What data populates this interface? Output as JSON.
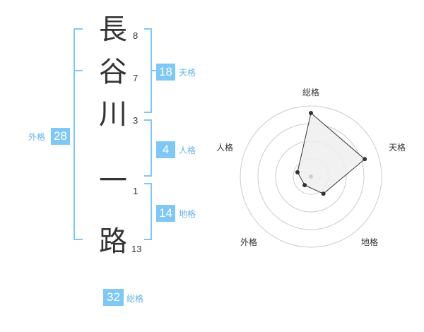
{
  "name": {
    "chars": [
      {
        "char": "長",
        "strokes": "8"
      },
      {
        "char": "谷",
        "strokes": "7"
      },
      {
        "char": "川",
        "strokes": "3"
      },
      {
        "char": "一",
        "strokes": "1"
      },
      {
        "char": "路",
        "strokes": "13"
      }
    ]
  },
  "fortunes": {
    "tenkaku": {
      "value": "18",
      "label": "天格"
    },
    "jinkaku": {
      "value": "4",
      "label": "人格"
    },
    "chikaku": {
      "value": "14",
      "label": "地格"
    },
    "gaikaku": {
      "value": "28",
      "label": "外格"
    },
    "soukaku": {
      "value": "32",
      "label": "総格"
    }
  },
  "colors": {
    "accent": "#7fc7f5",
    "accent_text": "#64b4e8",
    "text": "#333333",
    "grid": "#cccccc",
    "fill": "#eeeeee"
  },
  "chart_data": {
    "type": "radar",
    "axes": [
      "総格",
      "天格",
      "地格",
      "外格",
      "人格"
    ],
    "values": [
      0.9,
      0.8,
      0.3,
      0.15,
      0.2
    ],
    "rings": 4
  }
}
